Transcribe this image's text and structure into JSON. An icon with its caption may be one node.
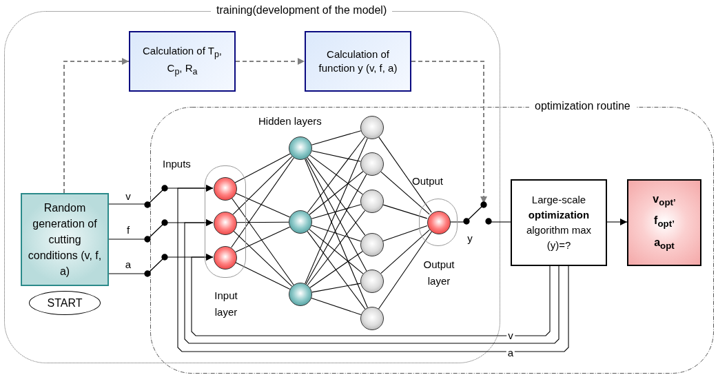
{
  "diagram": {
    "nodes": [
      {
        "text": [
          "training(development of the model)"
        ]
      },
      {
        "text": [
          "optimization routine"
        ]
      },
      {
        "text": [
          "Calculation of T$_{p}$, C$_{p}$, R$_{a}$"
        ],
        "in": 0
      },
      {
        "text": [
          "Calculation of function y (v, f, a)"
        ],
        "in": 0
      },
      {
        "text": [
          "Random generation of cutting conditions (v, f, a)"
        ],
        "in": 0
      },
      {
        "text": [
          "START"
        ],
        "in": 0
      },
      {
        "text": [],
        "shape": "box"
      },
      {
        "text": [],
        "shape": "circle",
        "in": 6
      },
      {
        "text": [],
        "shape": "circle",
        "in": 6
      },
      {
        "text": [],
        "shape": "circle",
        "in": 6
      },
      {
        "text": [],
        "shape": "circle"
      },
      {
        "text": [],
        "shape": "circle"
      },
      {
        "text": [],
        "shape": "circle"
      },
      {
        "text": [],
        "shape": "circle"
      },
      {
        "text": [],
        "shape": "circle"
      },
      {
        "text": [],
        "shape": "circle"
      },
      {
        "text": [],
        "shape": "circle"
      },
      {
        "text": [],
        "shape": "circle"
      },
      {
        "text": [],
        "shape": "circle"
      },
      {
        "text": [],
        "shape": "box"
      },
      {
        "text": [],
        "shape": "circle",
        "in": 19
      },
      {
        "text": [],
        "shape": "switch",
        "in": 0
      },
      {
        "text": [],
        "shape": "switch",
        "in": 0
      },
      {
        "text": [],
        "shape": "switch",
        "in": 0
      },
      {
        "text": [],
        "shape": "switch"
      },
      {
        "text": [
          "Large-scale **optimization** algorithm max (y)=?"
        ],
        "in": 1
      },
      {
        "text": [
          "v$_{opt’}$ f$_{opt’}$ a$_{opt}$"
        ],
        "in": 1
      }
    ],
    "edges": [
      {
        "from": 4,
        "to": 2,
        "arrow": "to",
        "style": "dashed",
        "color": "#808080"
      },
      {
        "from": 2,
        "to": 3,
        "arrow": "to",
        "style": "dashed",
        "color": "#808080"
      },
      {
        "from": 3,
        "to": 24,
        "arrow": "to",
        "style": "dashed",
        "color": "#808080"
      },
      {
        "from": 4,
        "to": 21,
        "arrow": "none",
        "label": "v"
      },
      {
        "from": 4,
        "to": 22,
        "arrow": "none",
        "label": "f"
      },
      {
        "from": 4,
        "to": 23,
        "arrow": "none",
        "label": "a"
      },
      {
        "from": 21,
        "to": 7,
        "arrow": "to"
      },
      {
        "from": 22,
        "to": 8,
        "arrow": "to"
      },
      {
        "from": 23,
        "to": 9,
        "arrow": "to"
      },
      {
        "from": 25,
        "to": 9,
        "arrow": "to",
        "label": "v"
      },
      {
        "from": 25,
        "to": 8,
        "arrow": "to"
      },
      {
        "from": 25,
        "to": 7,
        "arrow": "to",
        "label": "a"
      },
      {
        "from": 20,
        "to": 24,
        "arrow": "none",
        "label": "y"
      },
      {
        "from": 24,
        "to": 25,
        "arrow": "none"
      },
      {
        "from": 25,
        "to": 26,
        "arrow": "to"
      },
      {
        "from": 7,
        "to": 10,
        "arrow": "none"
      },
      {
        "from": 7,
        "to": 11,
        "arrow": "none"
      },
      {
        "from": 7,
        "to": 12,
        "arrow": "none"
      },
      {
        "from": 8,
        "to": 10,
        "arrow": "none"
      },
      {
        "from": 8,
        "to": 11,
        "arrow": "none"
      },
      {
        "from": 8,
        "to": 12,
        "arrow": "none"
      },
      {
        "from": 9,
        "to": 10,
        "arrow": "none"
      },
      {
        "from": 9,
        "to": 11,
        "arrow": "none"
      },
      {
        "from": 9,
        "to": 12,
        "arrow": "none"
      },
      {
        "from": 10,
        "to": 13,
        "arrow": "none"
      },
      {
        "from": 10,
        "to": 14,
        "arrow": "none"
      },
      {
        "from": 10,
        "to": 15,
        "arrow": "none"
      },
      {
        "from": 10,
        "to": 16,
        "arrow": "none"
      },
      {
        "from": 10,
        "to": 17,
        "arrow": "none"
      },
      {
        "from": 10,
        "to": 18,
        "arrow": "none"
      },
      {
        "from": 11,
        "to": 13,
        "arrow": "none"
      },
      {
        "from": 11,
        "to": 14,
        "arrow": "none"
      },
      {
        "from": 11,
        "to": 15,
        "arrow": "none"
      },
      {
        "from": 11,
        "to": 16,
        "arrow": "none"
      },
      {
        "from": 11,
        "to": 17,
        "arrow": "none"
      },
      {
        "from": 11,
        "to": 18,
        "arrow": "none"
      },
      {
        "from": 12,
        "to": 13,
        "arrow": "none"
      },
      {
        "from": 12,
        "to": 14,
        "arrow": "none"
      },
      {
        "from": 12,
        "to": 15,
        "arrow": "none"
      },
      {
        "from": 12,
        "to": 16,
        "arrow": "none"
      },
      {
        "from": 12,
        "to": 17,
        "arrow": "none"
      },
      {
        "from": 12,
        "to": 18,
        "arrow": "none"
      },
      {
        "from": 13,
        "to": 20,
        "arrow": "none"
      },
      {
        "from": 14,
        "to": 20,
        "arrow": "none"
      },
      {
        "from": 15,
        "to": 20,
        "arrow": "none"
      },
      {
        "from": 16,
        "to": 20,
        "arrow": "none"
      },
      {
        "from": 17,
        "to": 20,
        "arrow": "none"
      },
      {
        "from": 18,
        "to": 20,
        "arrow": "none"
      }
    ],
    "labels": [
      "Inputs",
      "Hidden layers",
      "Output",
      "Input layer",
      "Output layer"
    ]
  }
}
